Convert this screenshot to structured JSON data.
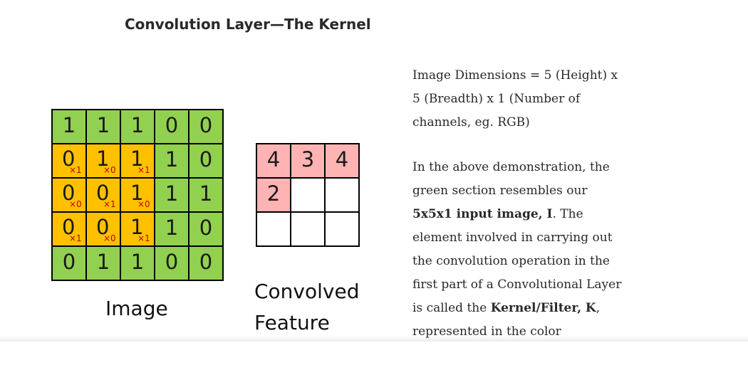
{
  "page_title": "Convolution Layer—The Kernel",
  "image_grid": {
    "rows": [
      [
        {
          "v": "1",
          "k": false
        },
        {
          "v": "1",
          "k": false
        },
        {
          "v": "1",
          "k": false
        },
        {
          "v": "0",
          "k": false
        },
        {
          "v": "0",
          "k": false
        }
      ],
      [
        {
          "v": "0",
          "k": true,
          "w": "×1"
        },
        {
          "v": "1",
          "k": true,
          "w": "×0"
        },
        {
          "v": "1",
          "k": true,
          "w": "×1"
        },
        {
          "v": "1",
          "k": false
        },
        {
          "v": "0",
          "k": false
        }
      ],
      [
        {
          "v": "0",
          "k": true,
          "w": "×0"
        },
        {
          "v": "0",
          "k": true,
          "w": "×1"
        },
        {
          "v": "1",
          "k": true,
          "w": "×0"
        },
        {
          "v": "1",
          "k": false
        },
        {
          "v": "1",
          "k": false
        }
      ],
      [
        {
          "v": "0",
          "k": true,
          "w": "×1"
        },
        {
          "v": "0",
          "k": true,
          "w": "×0"
        },
        {
          "v": "1",
          "k": true,
          "w": "×1"
        },
        {
          "v": "1",
          "k": false
        },
        {
          "v": "0",
          "k": false
        }
      ],
      [
        {
          "v": "0",
          "k": false
        },
        {
          "v": "1",
          "k": false
        },
        {
          "v": "1",
          "k": false
        },
        {
          "v": "0",
          "k": false
        },
        {
          "v": "0",
          "k": false
        }
      ]
    ],
    "caption": "Image"
  },
  "feature_grid": {
    "cells": [
      "4",
      "3",
      "4",
      "2",
      "",
      "",
      "",
      "",
      ""
    ],
    "caption_line1": "Convolved",
    "caption_line2": "Feature"
  },
  "text": {
    "p1": "Image Dimensions = 5 (Height) x 5 (Breadth) x 1 (Number of channels, eg. RGB)",
    "p2_a": "In the above demonstration, the green section resembles our ",
    "p2_bold1": "5x5x1 input image, I",
    "p2_b": ". The element involved in carrying out the convolution operation in the first part of a Convolutional Layer is called the ",
    "p2_bold2": "Kernel/Filter, K",
    "p2_c": ", represented in the color"
  },
  "colors": {
    "input": "#92d050",
    "kernel": "#ffc000",
    "feature_filled": "#ffb3b3",
    "weight_text": "#c00000"
  }
}
